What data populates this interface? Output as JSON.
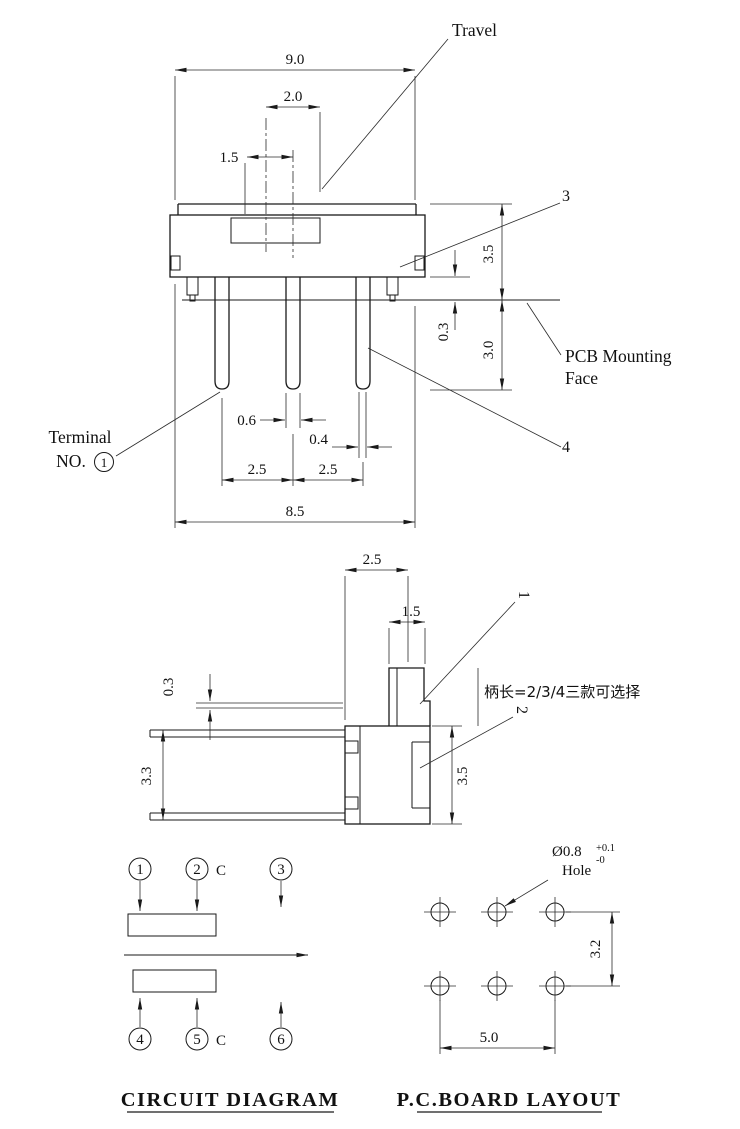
{
  "front_view": {
    "travel_label": "Travel",
    "dim_top_width": "9.0",
    "dim_travel": "2.0",
    "dim_knob_width": "1.5",
    "dim_body_height": "3.5",
    "dim_standoff": "0.3",
    "dim_terminal_length": "3.0",
    "dim_terminal_width": "0.6",
    "dim_terminal_thickness": "0.4",
    "dim_pitch_left": "2.5",
    "dim_pitch_right": "2.5",
    "dim_bottom_width": "8.5",
    "callout_3": "3",
    "callout_4": "4",
    "pcb_face_line1": "PCB Mounting",
    "pcb_face_line2": "Face",
    "terminal_line1": "Terminal",
    "terminal_line2": "NO.",
    "terminal_digit": "1"
  },
  "side_view": {
    "dim_depth": "2.5",
    "dim_knob_thickness": "1.5",
    "dim_terminal_thickness": "0.3",
    "dim_inner_height": "3.3",
    "dim_overall_height": "3.5",
    "callout_1": "1",
    "callout_2": "2",
    "handle_note": "柄长=2/3/4三款可选择"
  },
  "circuit_diagram": {
    "title": "CIRCUIT DIAGRAM",
    "terminal_1": "1",
    "terminal_2": "2",
    "terminal_3": "3",
    "terminal_4": "4",
    "terminal_5": "5",
    "terminal_6": "6",
    "common_label": "C"
  },
  "pcb_layout": {
    "title": "P.C.BOARD LAYOUT",
    "hole_diameter": "Ø0.8",
    "hole_tol_upper": "+0.1",
    "hole_tol_lower": "-0",
    "hole_label": "Hole",
    "dim_row_pitch": "3.2",
    "dim_col_span": "5.0"
  }
}
